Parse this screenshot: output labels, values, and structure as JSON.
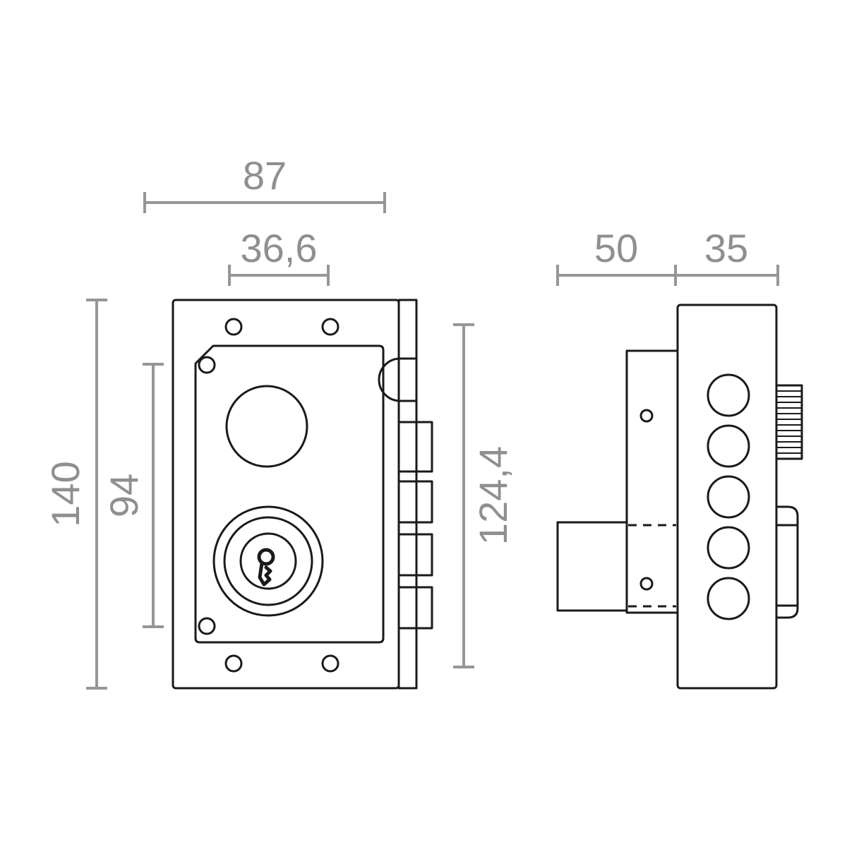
{
  "drawing": {
    "title": "Lock dimensional drawing",
    "views": {
      "front": {
        "width_total": "87",
        "width_inner": "36,6",
        "height_total": "140",
        "height_plate": "94",
        "height_case": "124,4"
      },
      "side": {
        "depth_bolt": "50",
        "depth_body": "35"
      }
    },
    "colors": {
      "outline": "#1a1a1a",
      "dimension": "#969696",
      "background": "#ffffff"
    }
  }
}
